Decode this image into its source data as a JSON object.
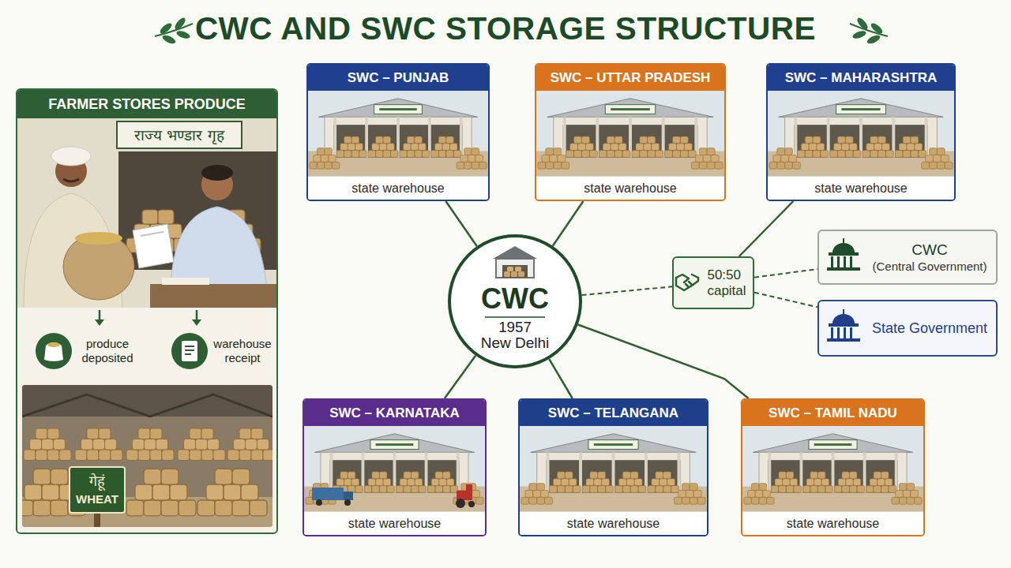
{
  "diagram": {
    "title": "CWC AND SWC STORAGE STRUCTURE",
    "nodes": [
      {
        "text": [
          "FARMER STORES PRODUCE"
        ]
      },
      {
        "text": [
          "SWC – PUNJAB",
          "state warehouse"
        ]
      },
      {
        "text": [
          "SWC – UTTAR PRADESH",
          "state warehouse"
        ]
      },
      {
        "text": [
          "SWC – MAHARASHTRA",
          "state warehouse"
        ]
      },
      {
        "text": [
          "CWC",
          "1957",
          "New Delhi"
        ]
      },
      {
        "text": [
          "50:50 capital"
        ]
      },
      {
        "text": [
          "CWC",
          "(Central Government)"
        ]
      },
      {
        "text": [
          "State Government"
        ]
      },
      {
        "text": [
          "SWC – KARNATAKA",
          "state warehouse"
        ]
      },
      {
        "text": [
          "SWC – TELANGANA",
          "state warehouse"
        ]
      },
      {
        "text": [
          "SWC – TAMIL NADU",
          "state warehouse"
        ]
      }
    ],
    "edges": [
      {
        "from": 4,
        "to": 1,
        "arrow": "none"
      },
      {
        "from": 4,
        "to": 2,
        "arrow": "none"
      },
      {
        "from": 5,
        "to": 3,
        "arrow": "none"
      },
      {
        "from": 4,
        "to": 5,
        "arrow": "none"
      },
      {
        "from": 5,
        "to": 6,
        "arrow": "none"
      },
      {
        "from": 5,
        "to": 7,
        "arrow": "none"
      },
      {
        "from": 4,
        "to": 8,
        "arrow": "none"
      },
      {
        "from": 4,
        "to": 9,
        "arrow": "none"
      },
      {
        "from": 4,
        "to": 10,
        "arrow": "none"
      }
    ],
    "labels": [
      "राज्य भण्डार गृह",
      "produce deposited",
      "warehouse receipt",
      "गेहूं",
      "WHEAT"
    ]
  }
}
